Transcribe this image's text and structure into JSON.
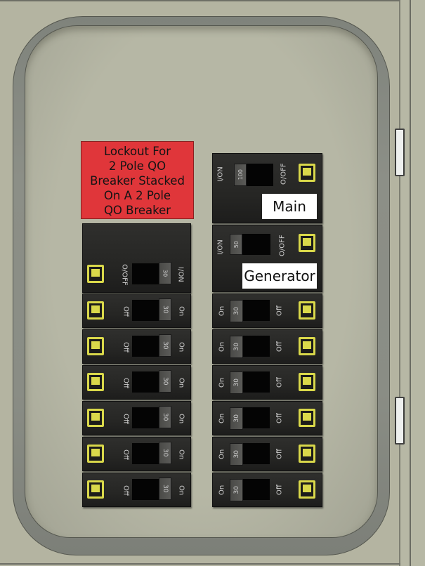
{
  "panel": {
    "lockout_label": [
      "Lockout For",
      "2 Pole QO",
      "Breaker Stacked",
      "On A 2 Pole",
      "QO Breaker"
    ],
    "colors": {
      "panel": "#b4b4a1",
      "trim": "#858880",
      "breaker": "#2a2a28",
      "logo": "#d9d84a",
      "label_red": "#e0363a"
    }
  },
  "right_column": {
    "main": {
      "on_label": "I/ON",
      "off_label": "O/OFF",
      "rating": "100",
      "tag": "Main"
    },
    "generator": {
      "on_label": "I/ON",
      "off_label": "O/OFF",
      "rating": "50",
      "tag": "Generator"
    },
    "breakers": [
      {
        "on_label": "On",
        "off_label": "Off",
        "rating": "30"
      },
      {
        "on_label": "On",
        "off_label": "Off",
        "rating": "30"
      },
      {
        "on_label": "On",
        "off_label": "Off",
        "rating": "30"
      },
      {
        "on_label": "On",
        "off_label": "Off",
        "rating": "30"
      },
      {
        "on_label": "On",
        "off_label": "Off",
        "rating": "30"
      },
      {
        "on_label": "On",
        "off_label": "Off",
        "rating": "30"
      }
    ]
  },
  "left_column": {
    "two_pole": {
      "on_label": "I/ON",
      "off_label": "O/OFF",
      "rating": "30"
    },
    "breakers": [
      {
        "on_label": "On",
        "off_label": "Off",
        "rating": "30"
      },
      {
        "on_label": "On",
        "off_label": "Off",
        "rating": "30"
      },
      {
        "on_label": "On",
        "off_label": "Off",
        "rating": "30"
      },
      {
        "on_label": "On",
        "off_label": "Off",
        "rating": "30"
      },
      {
        "on_label": "On",
        "off_label": "Off",
        "rating": "30"
      },
      {
        "on_label": "On",
        "off_label": "Off",
        "rating": "30"
      }
    ]
  }
}
